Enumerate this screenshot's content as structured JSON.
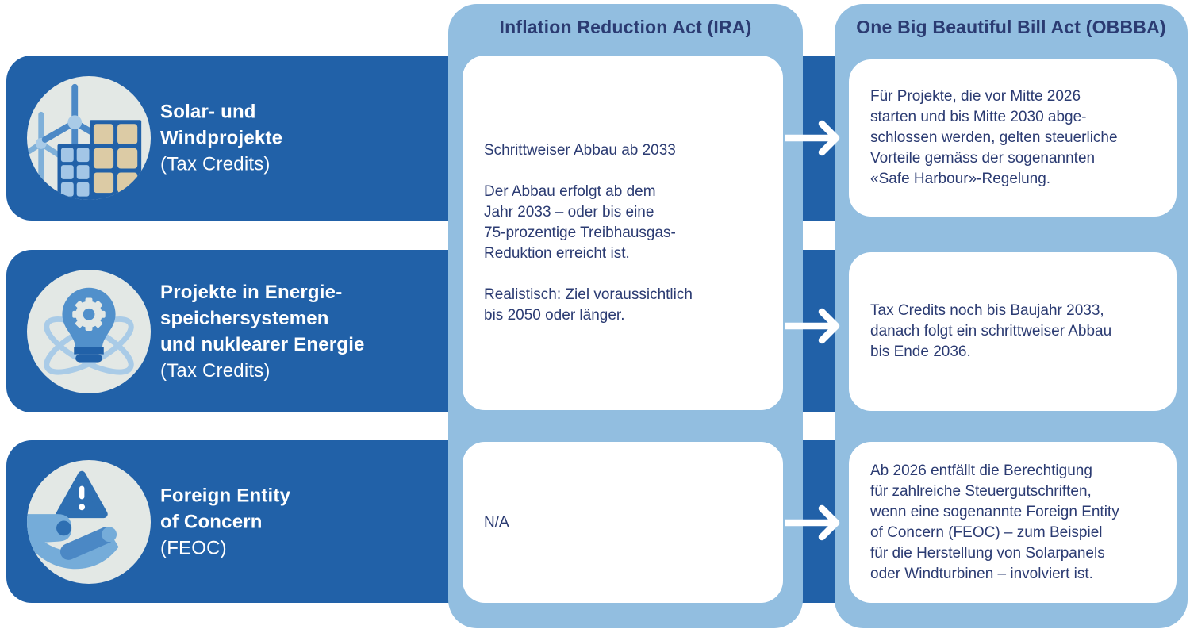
{
  "colors": {
    "bar_blue": "#2161A8",
    "column_blue": "#92BEE0",
    "navy_text": "#2B3B72",
    "card_bg": "#FFFFFF",
    "icon_circle_gray": "#E3E8E5",
    "icon_mid_blue": "#4C89C6",
    "icon_light_blue": "#7FB0D9",
    "icon_pale_blue": "#A9CBE7",
    "icon_dark_blue": "#2161A8",
    "solar_panel_tan": "#DCCBA5",
    "arrow_white": "#FFFFFF"
  },
  "left_rows": [
    {
      "icon": "wind-solar-icon",
      "title": "Solar- und\nWindprojekte",
      "subtitle": "(Tax Credits)"
    },
    {
      "icon": "energy-storage-nuclear-icon",
      "title": "Projekte in Energie-\nspeichersystemen\nund nuklearer Energie",
      "subtitle": "(Tax Credits)"
    },
    {
      "icon": "hand-warning-icon",
      "title": "Foreign Entity\nof Concern",
      "subtitle": "(FEOC)"
    }
  ],
  "ira_column": {
    "header": "Inflation Reduction Act (IRA)",
    "cards": [
      {
        "text": "Schrittweiser Abbau ab 2033\n\nDer Abbau erfolgt ab dem\nJahr 2033 – oder bis eine\n75-prozentige Treibhausgas-\nReduktion erreicht ist.\n\nRealistisch: Ziel voraussichtlich\nbis 2050 oder länger."
      },
      {
        "text": "N/A"
      }
    ]
  },
  "obbba_column": {
    "header": "One Big Beautiful Bill Act (OBBBA)",
    "cards": [
      {
        "text": "Für Projekte, die vor Mitte 2026\nstarten und bis Mitte 2030 abge-\nschlossen werden, gelten steuerliche\nVorteile gemäss der sogenannten\n«Safe Harbour»-Regelung."
      },
      {
        "text": "Tax Credits noch bis Baujahr 2033,\ndanach folgt ein schrittweiser Abbau\nbis Ende 2036."
      },
      {
        "text": "Ab 2026 entfällt die Berechtigung\nfür zahlreiche Steuergutschriften,\nwenn eine sogenannte Foreign Entity\nof Concern (FEOC) – zum Beispiel\nfür die Herstellung von Solarpanels\noder Windturbinen – involviert ist."
      }
    ]
  }
}
